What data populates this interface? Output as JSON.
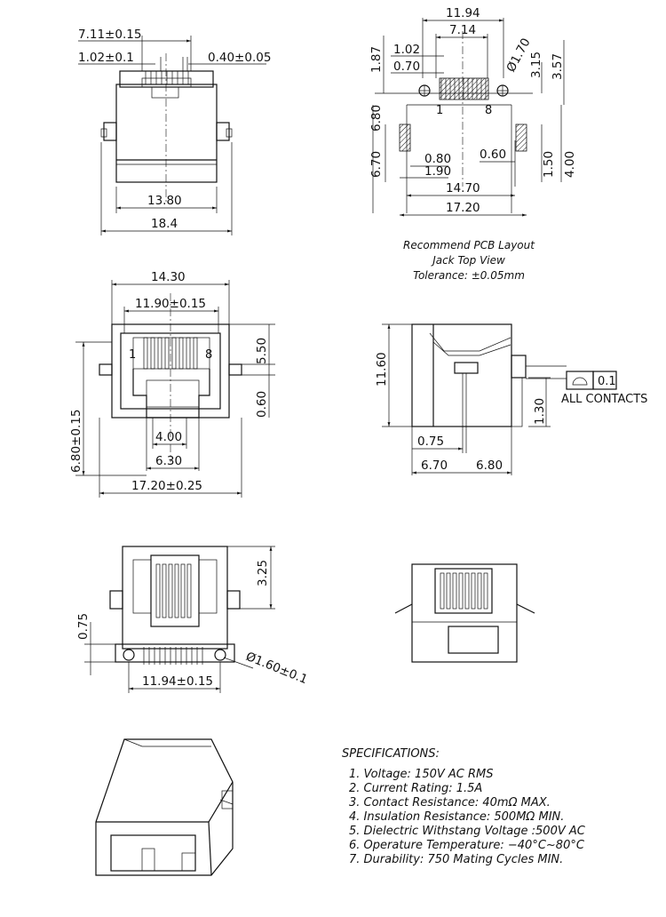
{
  "views": {
    "top_left": {
      "dims": [
        "7.11±0.15",
        "1.02±0.1",
        "0.40±0.05",
        "13.80",
        "18.4"
      ]
    },
    "pcb_layout": {
      "dims": [
        "11.94",
        "7.14",
        "1.02",
        "0.70",
        "Ø1.70",
        "1.87",
        "3.15",
        "3.57",
        "6.80",
        "6.70",
        "0.80",
        "1.90",
        "0.60",
        "1.50",
        "4.00",
        "14.70",
        "17.20"
      ],
      "pin_labels": [
        "1",
        "8"
      ],
      "caption": [
        "Recommend PCB Layout",
        "Jack Top View",
        "Tolerance: ±0.05mm"
      ]
    },
    "front": {
      "dims": [
        "14.30",
        "11.90±0.15",
        "5.50",
        "0.60",
        "6.80±0.15",
        "4.00",
        "6.30",
        "17.20±0.25"
      ],
      "pin_labels": [
        "1",
        "8"
      ]
    },
    "side": {
      "dims": [
        "11.60",
        "1.30",
        "0.75",
        "6.70",
        "6.80"
      ],
      "flatness_value": "0.1",
      "flatness_note": "ALL CONTACTS"
    },
    "bottom": {
      "dims": [
        "3.25",
        "0.75",
        "11.94±0.15",
        "Ø1.60±0.1"
      ]
    }
  },
  "specifications": {
    "heading": "SPECIFICATIONS:",
    "items": [
      "1. Voltage: 150V AC RMS",
      "2. Current Rating: 1.5A",
      "3. Contact Resistance: 40mΩ MAX.",
      "4. Insulation Resistance: 500MΩ MIN.",
      "5. Dielectric Withstang Voltage :500V AC",
      "6. Operature Temperature: −40°C~80°C",
      "7. Durability: 750 Mating Cycles MIN."
    ]
  }
}
